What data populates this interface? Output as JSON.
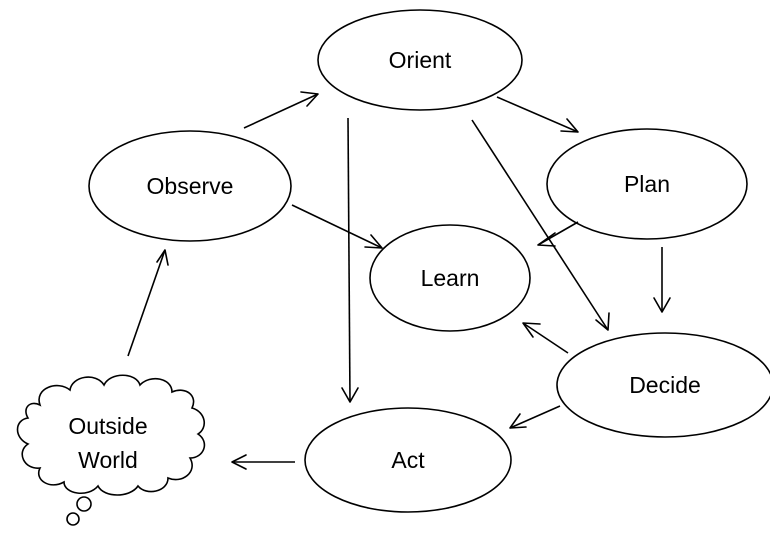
{
  "nodes": {
    "orient": "Orient",
    "observe": "Observe",
    "plan": "Plan",
    "learn": "Learn",
    "decide": "Decide",
    "act": "Act",
    "outside_world_line1": "Outside",
    "outside_world_line2": "World"
  },
  "edges": [
    {
      "from": "Observe",
      "to": "Orient"
    },
    {
      "from": "Orient",
      "to": "Plan"
    },
    {
      "from": "Orient",
      "to": "Act"
    },
    {
      "from": "Orient",
      "to": "Decide"
    },
    {
      "from": "Observe",
      "to": "Learn"
    },
    {
      "from": "Plan",
      "to": "Learn"
    },
    {
      "from": "Plan",
      "to": "Decide"
    },
    {
      "from": "Decide",
      "to": "Learn"
    },
    {
      "from": "Decide",
      "to": "Act"
    },
    {
      "from": "Act",
      "to": "Outside World"
    },
    {
      "from": "Outside World",
      "to": "Observe"
    }
  ]
}
